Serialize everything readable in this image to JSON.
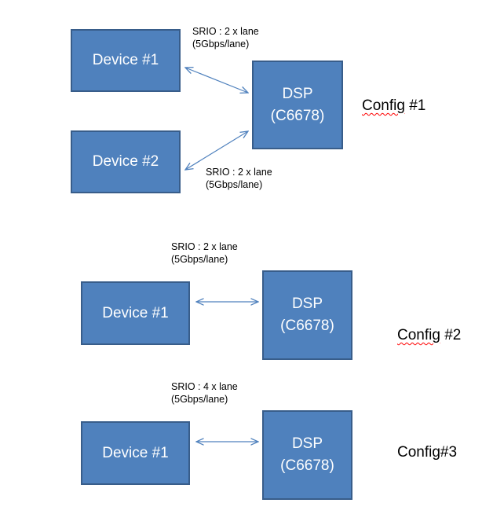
{
  "config1": {
    "device1": "Device #1",
    "device2": "Device #2",
    "dsp_line1": "DSP",
    "dsp_line2": "(C6678)",
    "link1_line1": "SRIO : 2 x lane",
    "link1_line2": "(5Gbps/lane)",
    "link2_line1": "SRIO : 2 x lane",
    "link2_line2": "(5Gbps/lane)",
    "config_word": "Config",
    "config_suffix": " #1"
  },
  "config2": {
    "device1": "Device #1",
    "dsp_line1": "DSP",
    "dsp_line2": "(C6678)",
    "link_line1": "SRIO : 2 x lane",
    "link_line2": "(5Gbps/lane)",
    "config_word": "Config",
    "config_suffix": " #2"
  },
  "config3": {
    "device1": "Device #1",
    "dsp_line1": "DSP",
    "dsp_line2": "(C6678)",
    "link_line1": "SRIO : 4 x lane",
    "link_line2": "(5Gbps/lane)",
    "config_label": "Config#3"
  },
  "colors": {
    "box_fill": "#4f81bd",
    "box_border": "#385d8a",
    "arrow": "#4f81bd"
  }
}
